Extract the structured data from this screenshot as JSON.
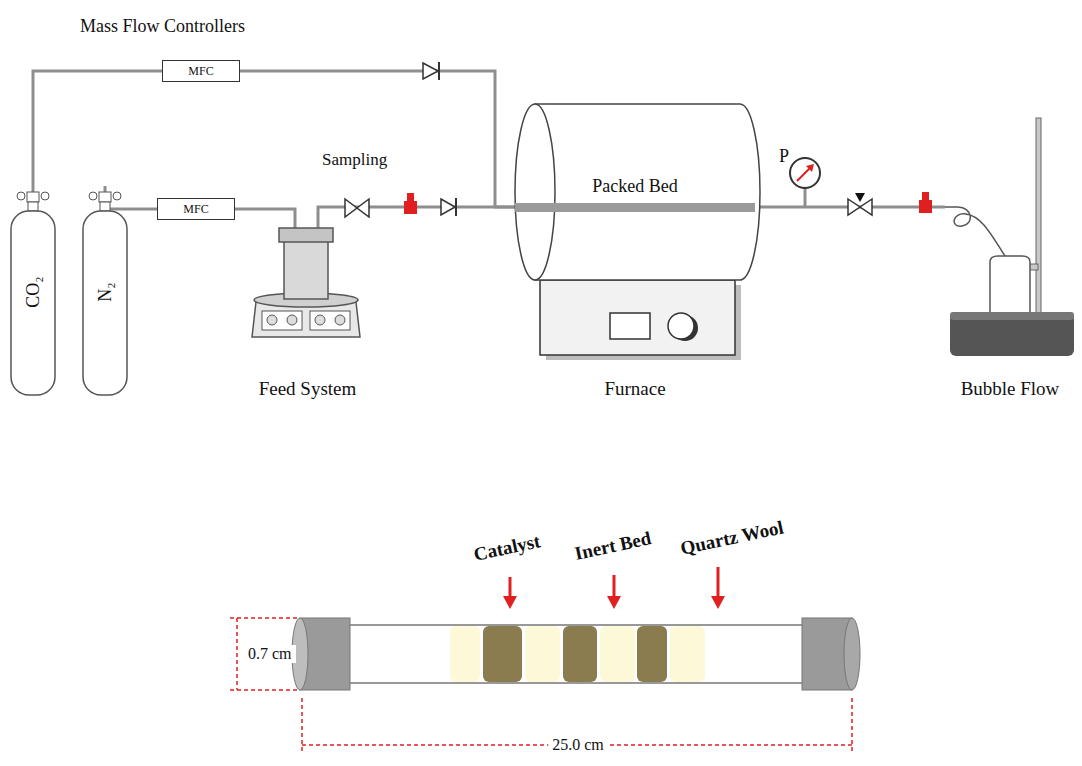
{
  "diagram": {
    "nodes": [
      {
        "text": [
          "CO₂"
        ]
      },
      {
        "text": [
          "N₂"
        ]
      },
      {
        "text": [
          "MFC"
        ]
      },
      {
        "text": [
          "MFC"
        ]
      },
      {
        "text": [
          "Feed System"
        ]
      },
      {
        "text": [
          "Furnace"
        ]
      },
      {
        "text": [
          "Packed Bed"
        ],
        "in": 5
      },
      {
        "text": [
          "Bubble Flow"
        ]
      }
    ],
    "edges": [
      {
        "from": 0,
        "to": 2,
        "arrow": "none"
      },
      {
        "from": 1,
        "to": 3,
        "arrow": "none"
      },
      {
        "from": 2,
        "to": 6,
        "arrow": "none"
      },
      {
        "from": 3,
        "to": 4,
        "arrow": "none"
      },
      {
        "from": 4,
        "to": 6,
        "arrow": "none"
      },
      {
        "from": 6,
        "to": 7,
        "arrow": "none"
      }
    ],
    "labels": [
      "Mass Flow Controllers",
      "Sampling",
      "P",
      "Catalyst",
      "Inert Bed",
      "Quartz Wool",
      "0.7 cm",
      "25.0 cm"
    ]
  }
}
